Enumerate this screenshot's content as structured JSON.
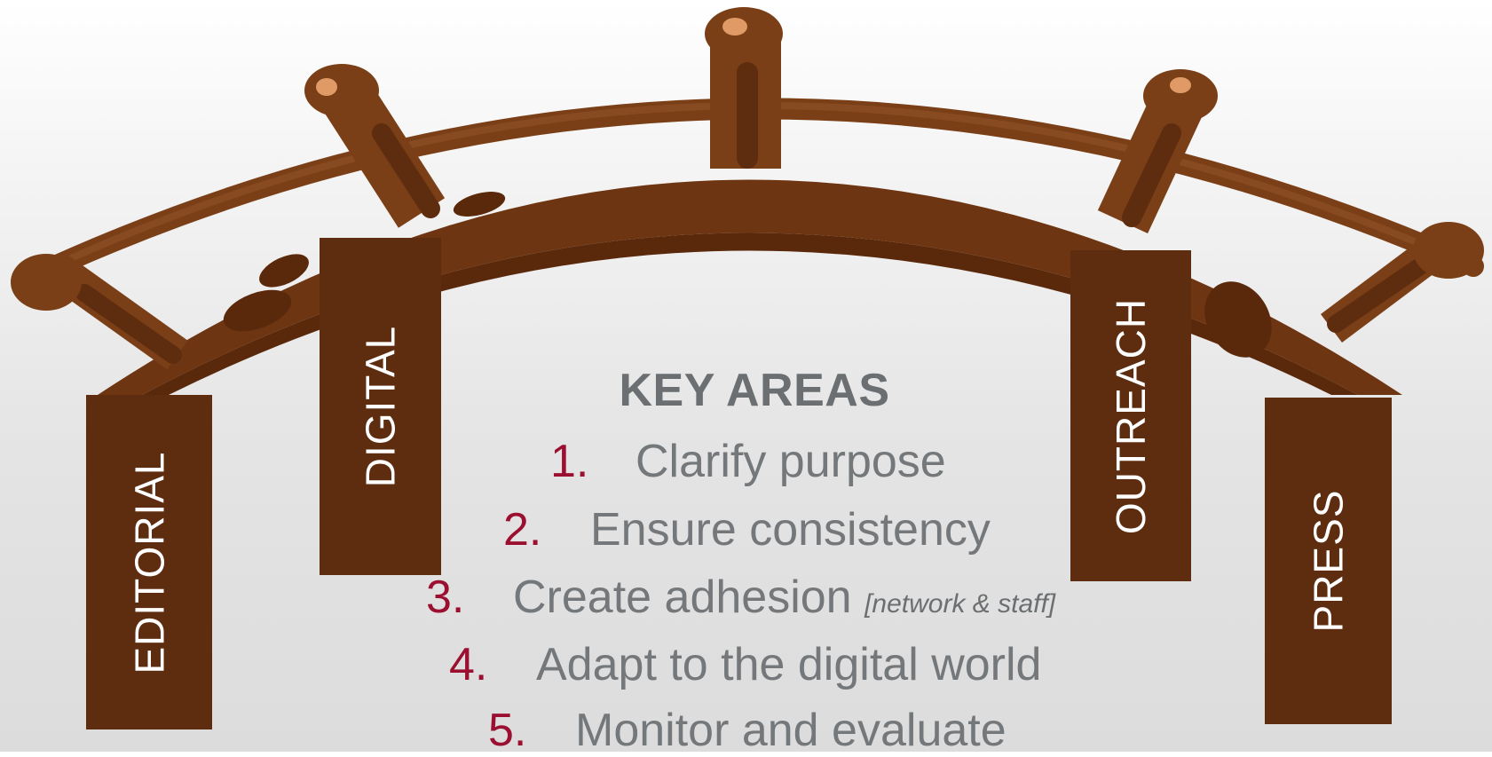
{
  "pillars": {
    "editorial": "EDITORIAL",
    "digital": "DIGITAL",
    "outreach": "OUTREACH",
    "press": "PRESS"
  },
  "title": "KEY AREAS",
  "items": [
    {
      "num": "1.",
      "text": "Clarify purpose",
      "note": ""
    },
    {
      "num": "2.",
      "text": "Ensure consistency",
      "note": ""
    },
    {
      "num": "3.",
      "text": "Create adhesion",
      "note": "[network & staff]"
    },
    {
      "num": "4.",
      "text": "Adapt to the digital world",
      "note": ""
    },
    {
      "num": "5.",
      "text": "Monitor and evaluate",
      "note": ""
    }
  ],
  "colors": {
    "wood": "#7a3f17",
    "wood_dark": "#5e2c0e",
    "number": "#9b1030",
    "text": "#74787b"
  }
}
